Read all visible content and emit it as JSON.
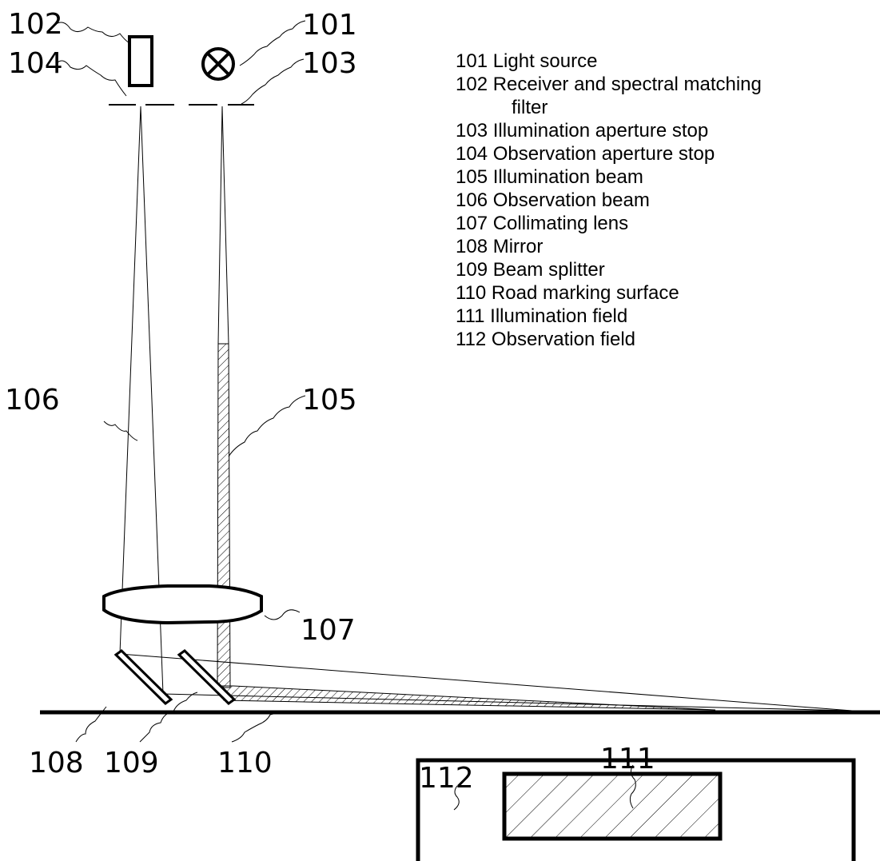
{
  "legend": [
    "101 Light source",
    "102 Receiver  and spectral matching",
    "filter",
    "103 Illumination aperture stop",
    "104 Observation aperture stop",
    "105 Illumination beam",
    "106 Observation beam",
    "107 Collimating lens",
    "108 Mirror",
    "109 Beam splitter",
    "110 Road marking surface",
    "111 Illumination field",
    "112 Observation field"
  ],
  "callouts": {
    "n101": "101",
    "n102": "102",
    "n103": "103",
    "n104": "104",
    "n105": "105",
    "n106": "106",
    "n107": "107",
    "n108": "108",
    "n109": "109",
    "n110": "110",
    "n111": "111",
    "n112": "112"
  }
}
